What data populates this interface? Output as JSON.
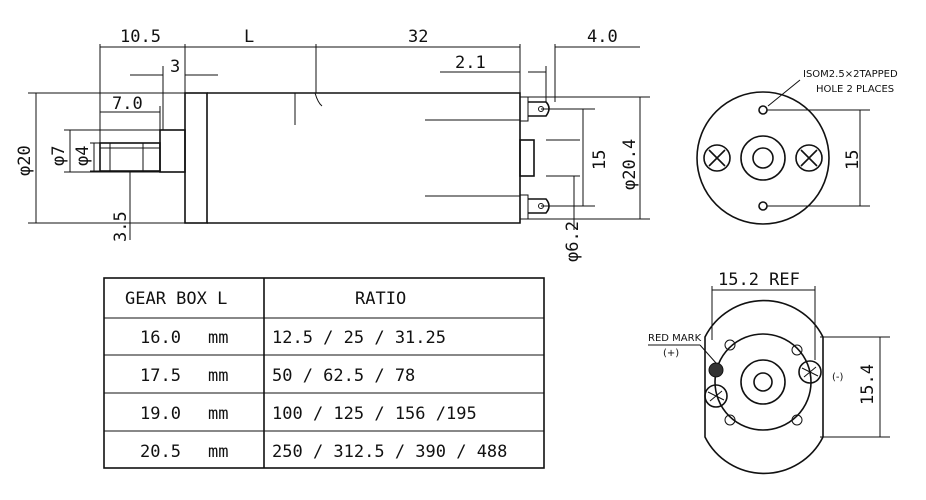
{
  "top_dims": {
    "d_10_5": "10.5",
    "d_L": "L",
    "d_32": "32",
    "d_4_0": "4.0",
    "d_3": "3",
    "d_2_1": "2.1",
    "d_7_0": "7.0"
  },
  "side_dims": {
    "phi20": "φ20",
    "phi7": "φ7",
    "phi4": "φ4",
    "d_3_5": "3.5",
    "d_15": "15",
    "phi20_4": "φ20.4",
    "phi6_2": "φ6.2"
  },
  "front_view": {
    "note_line1": "ISOM2.5×2TAPPED",
    "note_line2": "HOLE 2 PLACES",
    "d_15": "15"
  },
  "rear_view": {
    "d_15_2": "15.2 REF",
    "d_15_4": "15.4",
    "red_mark": "RED MARK",
    "plus": "(+)",
    "minus": "(-)"
  },
  "table": {
    "header": [
      "GEAR BOX L",
      "RATIO"
    ],
    "rows": [
      {
        "length": "16.0",
        "unit": "mm",
        "ratio": "12.5 / 25 / 31.25"
      },
      {
        "length": "17.5",
        "unit": "mm",
        "ratio": "50 / 62.5 / 78"
      },
      {
        "length": "19.0",
        "unit": "mm",
        "ratio": "100 / 125 / 156 /195"
      },
      {
        "length": "20.5",
        "unit": "mm",
        "ratio": "250 / 312.5 / 390 / 488"
      }
    ]
  }
}
